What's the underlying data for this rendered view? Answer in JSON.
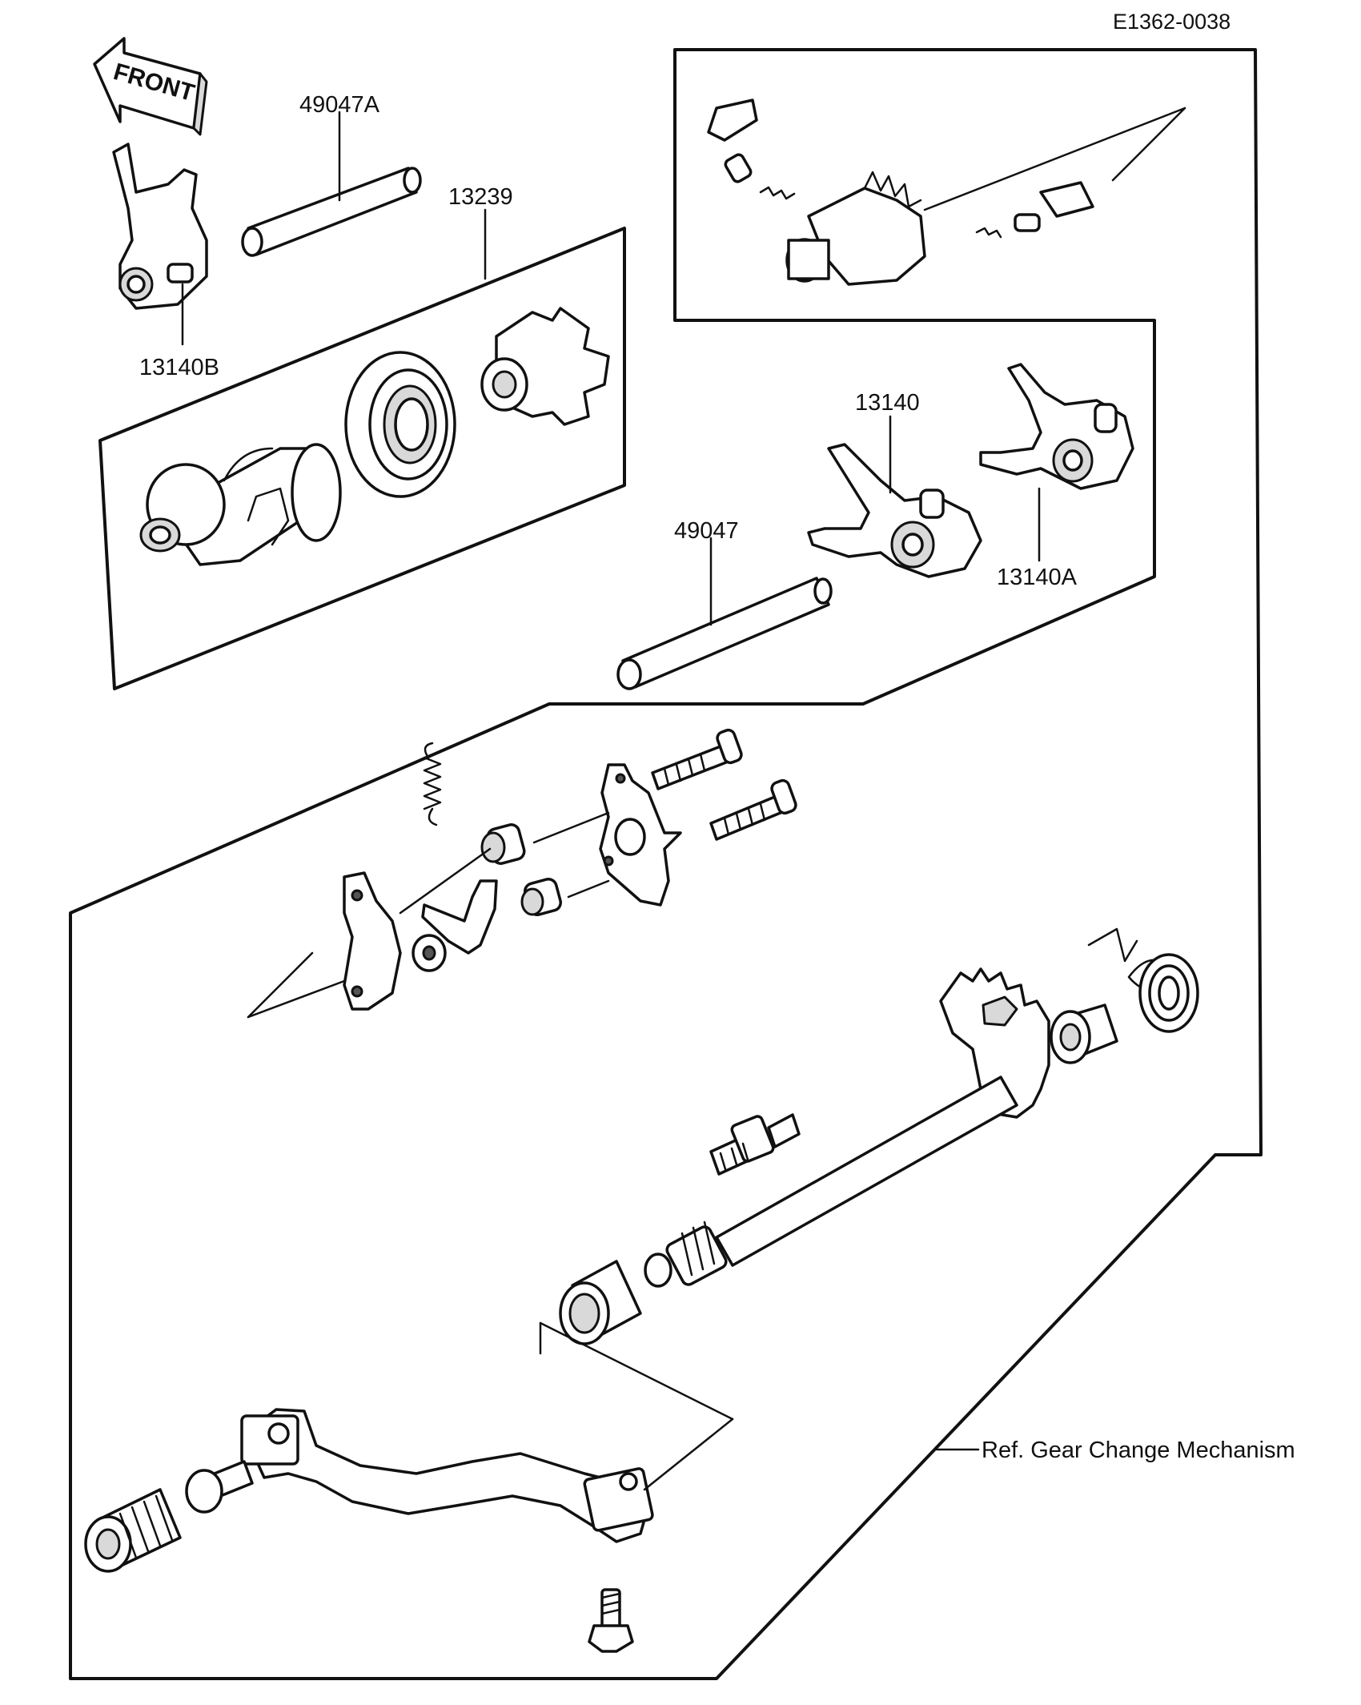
{
  "diagram_code": "E1362-0038",
  "front_label": "FRONT",
  "labels": {
    "shaft_a": "49047A",
    "drum_kit": "13239",
    "fork_b": "13140B",
    "fork": "13140",
    "shaft": "49047",
    "fork_a": "13140A"
  },
  "reference_note": "Ref. Gear Change Mechanism"
}
